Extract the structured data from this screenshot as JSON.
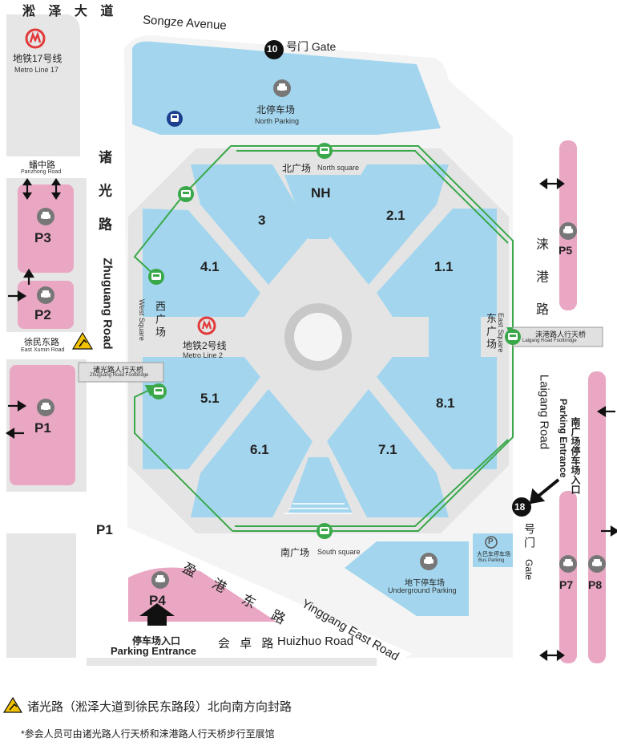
{
  "roads": {
    "songze_cn": "淞 泽 大 道",
    "songze_en": "Songze Avenue",
    "zhuguang_cn": "诸 光 路",
    "zhuguang_en": "Zhuguang Road",
    "laigang_cn": "涞 港 路",
    "laigang_en": "Laigang Road",
    "yinggang_cn": "盈 港 东 路",
    "yinggang_en": "Yinggang East Road",
    "huizhuo_cn": "会 卓 路",
    "huizhuo_en": "Huizhuo Road",
    "panzhong_cn": "蟠中路",
    "panzhong_en": "Panzhong Road",
    "xumin_cn": "徐民东路",
    "xumin_en": "East Xumin Road"
  },
  "metro": {
    "line17_cn": "地铁17号线",
    "line17_en": "Metro Line 17",
    "line2_cn": "地铁2号线",
    "line2_en": "Metro Line 2"
  },
  "gates": {
    "gate10_num": "10",
    "gate10_label": "号门 Gate",
    "gate18_num": "18",
    "gate18_cn": "号门",
    "gate18_en": "Gate"
  },
  "halls": [
    "NH",
    "3",
    "2.1",
    "4.1",
    "1.1",
    "5.1",
    "8.1",
    "6.1",
    "7.1"
  ],
  "squares": {
    "north_cn": "北广场",
    "north_en": "North square",
    "south_cn": "南广场",
    "south_en": "South square",
    "west_cn": "西广场",
    "west_en": "West Square",
    "east_cn": "东广场",
    "east_en": "East Square"
  },
  "parking": {
    "north_cn": "北停车场",
    "north_en": "North Parking",
    "underground_cn": "地下停车场",
    "underground_en": "Underground Parking",
    "bus_cn": "大巴车停车场",
    "bus_en": "Bus Parking",
    "bus_icon": "P",
    "lots": [
      "P3",
      "P2",
      "P1",
      "P4",
      "P5",
      "P7",
      "P8"
    ],
    "p1_outside": "P1",
    "entrance_cn": "停车场入口",
    "entrance_en": "Parking Entrance",
    "south_entrance_cn": "南广场停车场入口",
    "south_entrance_en": "Parking Entrance"
  },
  "footbridges": {
    "zhuguang_cn": "诸光路人行天桥",
    "zhuguang_en": "Zhuguang Road Footbridge",
    "laigang_cn": "涞港路人行天桥",
    "laigang_en": "Laigang Road Footbridge"
  },
  "notes": {
    "closure": "诸光路（淞泽大道到徐民东路段）北向南方向封路",
    "walk": "*参会人员可由诸光路人行天桥和涞港路人行天桥步行至展馆"
  },
  "colors": {
    "hall": "#a3d6ee",
    "parking_lot": "#e9a7c3",
    "grey_area": "#e6e6e6",
    "shuttle_route": "#3aa84a",
    "metro_red": "#e23a3a"
  },
  "icons": [
    "metro-logo-icon",
    "car-icon",
    "bus-icon",
    "shuttle-bus-icon",
    "road-work-warning-icon",
    "arrow-icon"
  ]
}
